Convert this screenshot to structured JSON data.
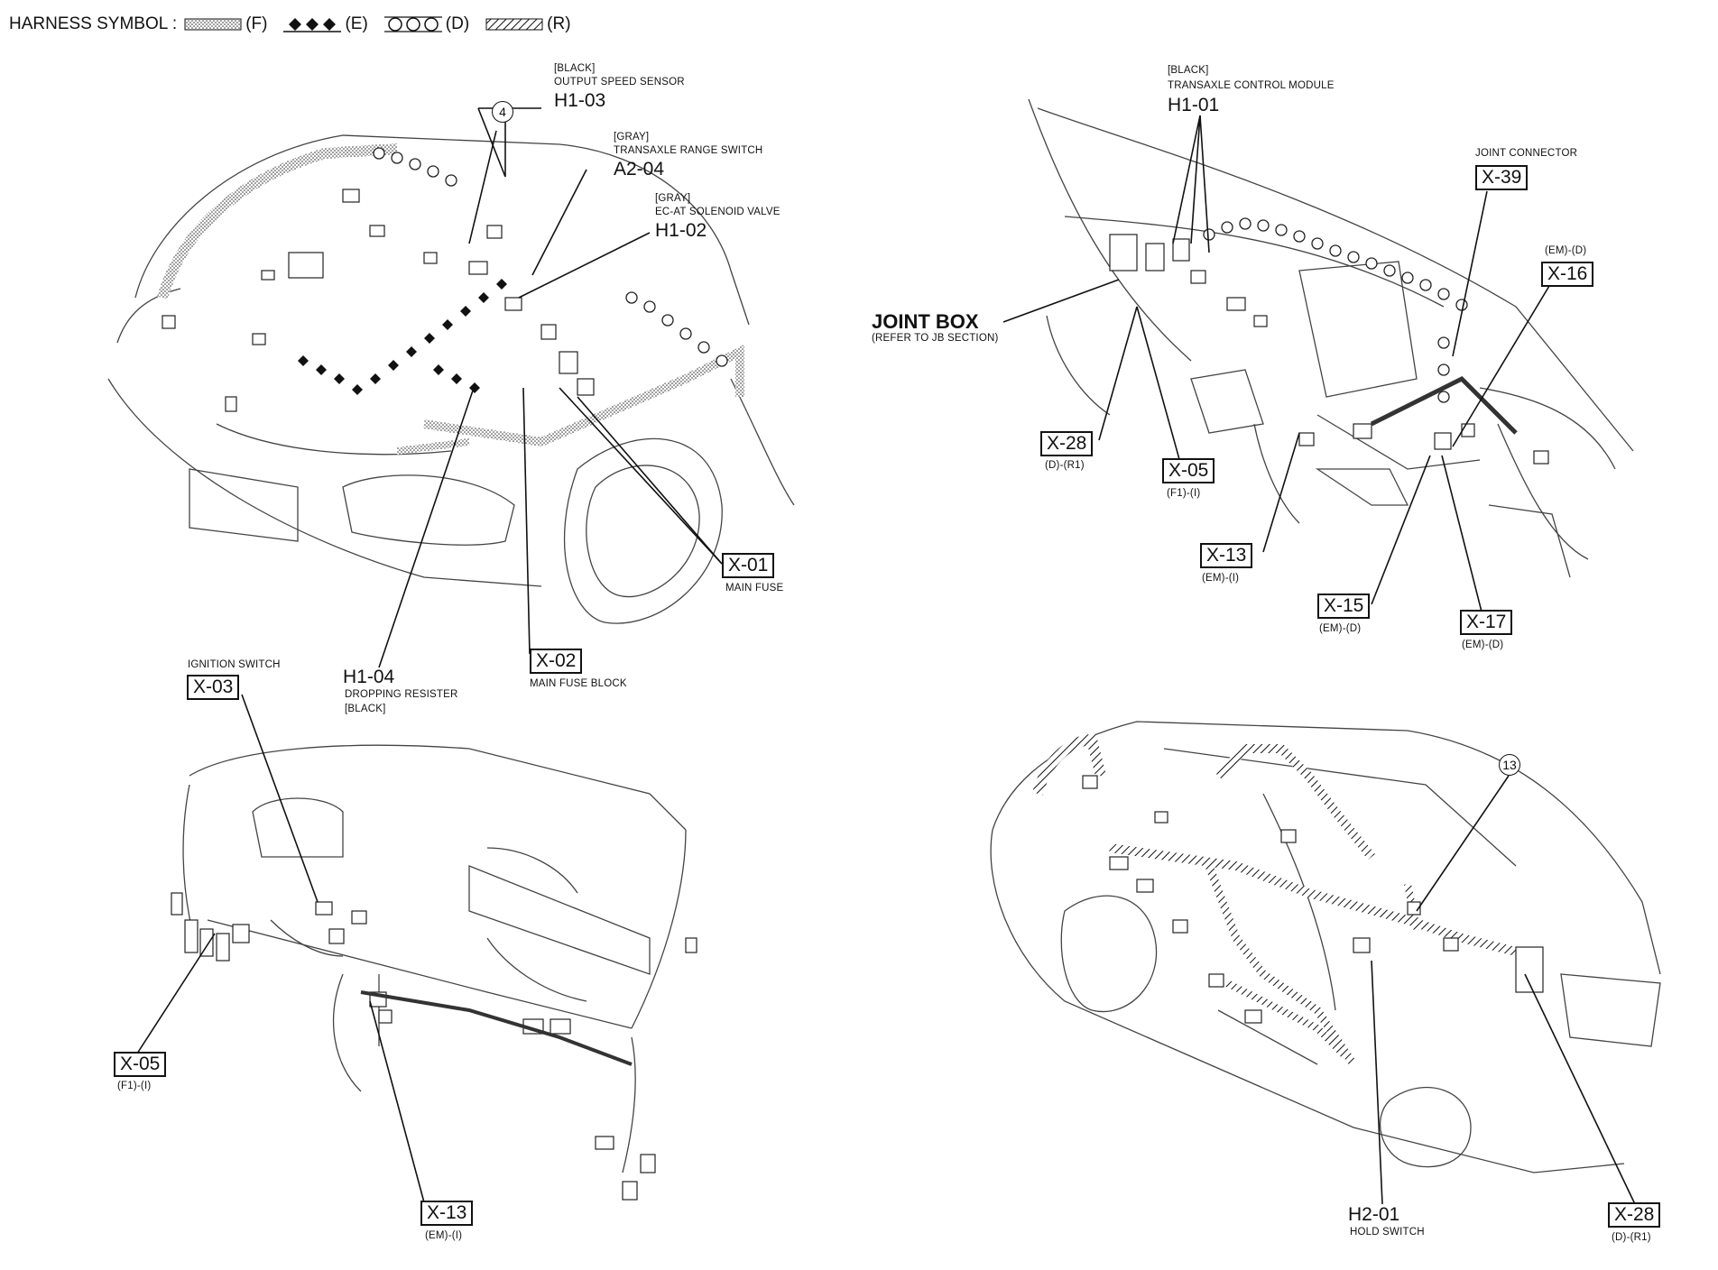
{
  "legend": {
    "title": "HARNESS SYMBOL :",
    "items": [
      {
        "code": "(F)",
        "icon": "dotted-band-icon"
      },
      {
        "code": "(E)",
        "icon": "diamond-chain-icon"
      },
      {
        "code": "(D)",
        "icon": "circle-chain-icon"
      },
      {
        "code": "(R)",
        "icon": "hatched-band-icon"
      }
    ]
  },
  "engine_bay": {
    "circle_ref": "4",
    "h1_03": {
      "color": "[BLACK]",
      "name": "OUTPUT SPEED SENSOR",
      "code": "H1-03"
    },
    "a2_04": {
      "color": "[GRAY]",
      "name": "TRANSAXLE RANGE SWITCH",
      "code": "A2-04"
    },
    "h1_02": {
      "color": "[GRAY]",
      "name": "EC-AT SOLENOID VALVE",
      "code": "H1-02"
    },
    "x_01": {
      "code": "X-01",
      "name": "MAIN FUSE"
    },
    "x_02": {
      "code": "X-02",
      "name": "MAIN FUSE BLOCK"
    },
    "h1_04": {
      "code": "H1-04",
      "name": "DROPPING RESISTER",
      "color": "[BLACK]"
    }
  },
  "interior_front": {
    "h1_01": {
      "color": "[BLACK]",
      "name": "TRANSAXLE CONTROL MODULE",
      "code": "H1-01"
    },
    "joint_box": {
      "name": "JOINT BOX",
      "note": "(REFER TO JB SECTION)"
    },
    "x_39": {
      "code": "X-39",
      "name": "JOINT CONNECTOR"
    },
    "x_16": {
      "code": "X-16",
      "spec": "(EM)-(D)"
    },
    "x_28": {
      "code": "X-28",
      "spec": "(D)-(R1)"
    },
    "x_05": {
      "code": "X-05",
      "spec": "(F1)-(I)"
    },
    "x_13": {
      "code": "X-13",
      "spec": "(EM)-(I)"
    },
    "x_15": {
      "code": "X-15",
      "spec": "(EM)-(D)"
    },
    "x_17": {
      "code": "X-17",
      "spec": "(EM)-(D)"
    }
  },
  "dashboard": {
    "x_03": {
      "code": "X-03",
      "name": "IGNITION SWITCH"
    },
    "x_05": {
      "code": "X-05",
      "spec": "(F1)-(I)"
    },
    "x_13": {
      "code": "X-13",
      "spec": "(EM)-(I)"
    }
  },
  "full_vehicle": {
    "circle_ref": "13",
    "h2_01": {
      "code": "H2-01",
      "name": "HOLD SWITCH"
    },
    "x_28": {
      "code": "X-28",
      "spec": "(D)-(R1)"
    }
  }
}
